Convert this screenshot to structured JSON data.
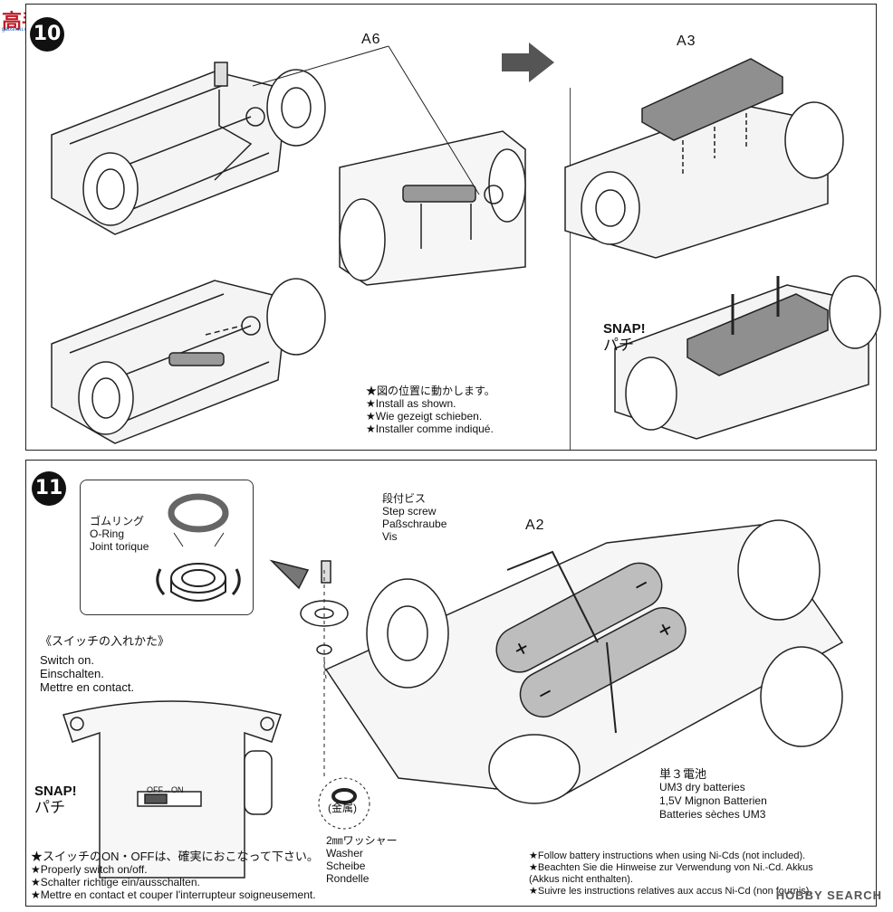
{
  "watermark": {
    "text": "高手网",
    "sub": "gaoshou.com"
  },
  "brand": "HOBBY SEARCH",
  "step10": {
    "parts": {
      "a6": "A6",
      "a3": "A3"
    },
    "snap": {
      "en": "SNAP!",
      "jp": "パチ"
    },
    "note": [
      "★図の位置に動かします。",
      "★Install as shown.",
      "★Wie gezeigt schieben.",
      "★Installer comme indiqué."
    ]
  },
  "step11": {
    "number": "11",
    "oring": [
      "ゴムリング",
      "O-Ring",
      "Joint torique"
    ],
    "screw": [
      "段付ビス",
      "Step screw",
      "Paßschraube",
      "Vis"
    ],
    "part_a2": "A2",
    "switch_title": "《スイッチの入れかた》",
    "switch": [
      "Switch on.",
      "Einschalten.",
      "Mettre en contact."
    ],
    "snap": {
      "en": "SNAP!",
      "jp": "パチ"
    },
    "switch_marking": "OFF↔ON",
    "metal": "(金属)",
    "washer": [
      "2㎜ワッシャー",
      "Washer",
      "Scheibe",
      "Rondelle"
    ],
    "batteries": [
      "単３電池",
      "UM3 dry batteries",
      "1,5V Mignon Batterien",
      "Batteries sèches UM3"
    ],
    "note_left": [
      "★スイッチのON・OFFは、確実におこなって下さい。",
      "★Properly switch on/off.",
      "★Schalter richtige ein/ausschalten.",
      "★Mettre en contact et couper l'interrupteur soigneusement."
    ],
    "note_right": [
      "★Follow battery instructions when using Ni-Cds (not included).",
      "★Beachten Sie die Hinweise zur Verwendung von Ni.-Cd. Akkus",
      "(Akkus nicht enthalten).",
      "★Suivre les instructions relatives aux accus Ni-Cd (non fournis)."
    ]
  }
}
